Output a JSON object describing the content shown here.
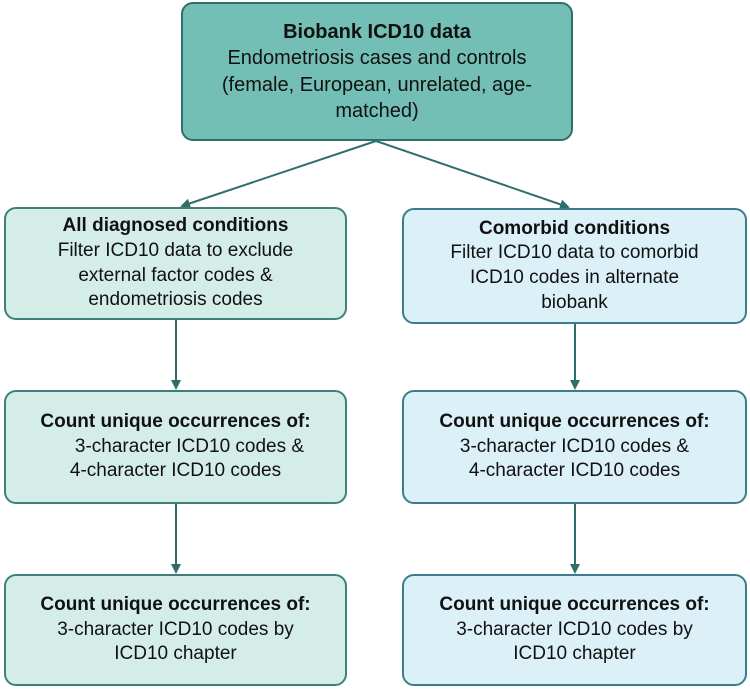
{
  "colors": {
    "top_fill": "#73bfb6",
    "left_fill": "#d5ede8",
    "right_fill": "#dcf0f7",
    "border": "#2f6f6a",
    "arrow": "#2f6f6a"
  },
  "top": {
    "title": "Biobank ICD10 data",
    "lines": [
      "Endometriosis cases and controls",
      "(female, European, unrelated, age-",
      "matched)"
    ]
  },
  "left": {
    "box1": {
      "title": "All diagnosed conditions",
      "lines": [
        "Filter ICD10 data to exclude",
        "external factor codes &",
        "endometriosis codes"
      ]
    },
    "box2": {
      "title": "Count unique occurrences of:",
      "lines": [
        "3-character ICD10 codes &",
        "4-character ICD10 codes"
      ]
    },
    "box3": {
      "title": "Count unique occurrences of:",
      "lines": [
        "3-character ICD10 codes by",
        "ICD10 chapter"
      ]
    }
  },
  "right": {
    "box1": {
      "title": "Comorbid conditions",
      "lines": [
        "Filter ICD10 data to comorbid",
        "ICD10 codes in alternate",
        "biobank"
      ]
    },
    "box2": {
      "title": "Count unique occurrences of:",
      "lines": [
        "3-character ICD10 codes &",
        "4-character ICD10 codes"
      ]
    },
    "box3": {
      "title": "Count unique occurrences of:",
      "lines": [
        "3-character ICD10 codes by",
        "ICD10 chapter"
      ]
    }
  }
}
